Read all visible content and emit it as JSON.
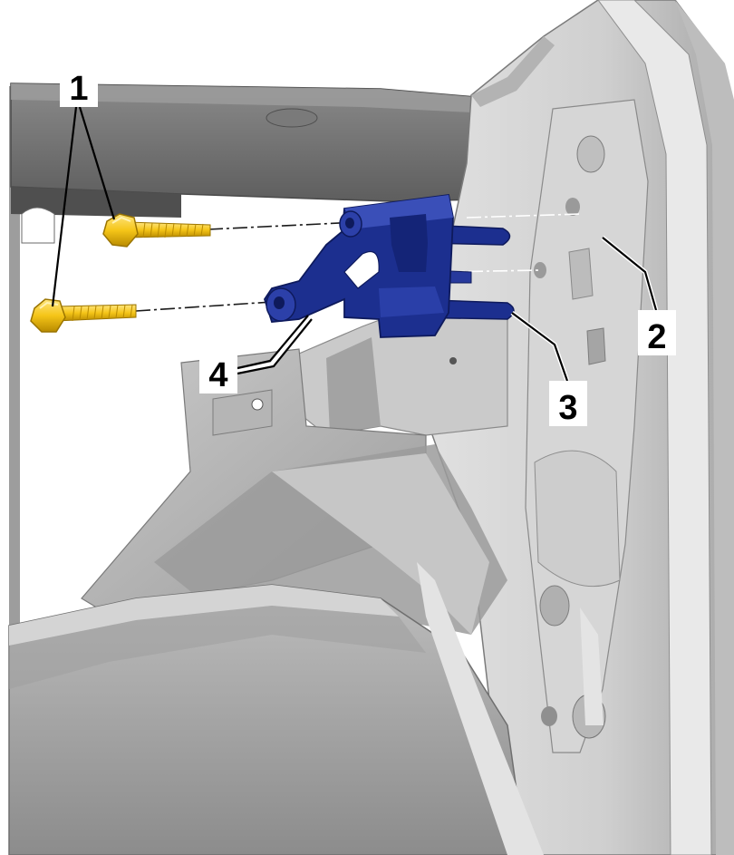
{
  "diagram": {
    "callouts": [
      {
        "id": "1",
        "label": "1"
      },
      {
        "id": "2",
        "label": "2"
      },
      {
        "id": "3",
        "label": "3"
      },
      {
        "id": "4",
        "label": "4"
      }
    ],
    "colors": {
      "body_light": "#d9d9d9",
      "body_mid": "#a9a9a9",
      "body_dark": "#6f6f6f",
      "bracket": "#1c2f8f",
      "bracket_dark": "#0e1a5c",
      "bolt": "#f5c518",
      "bolt_dark": "#c99a00"
    }
  }
}
